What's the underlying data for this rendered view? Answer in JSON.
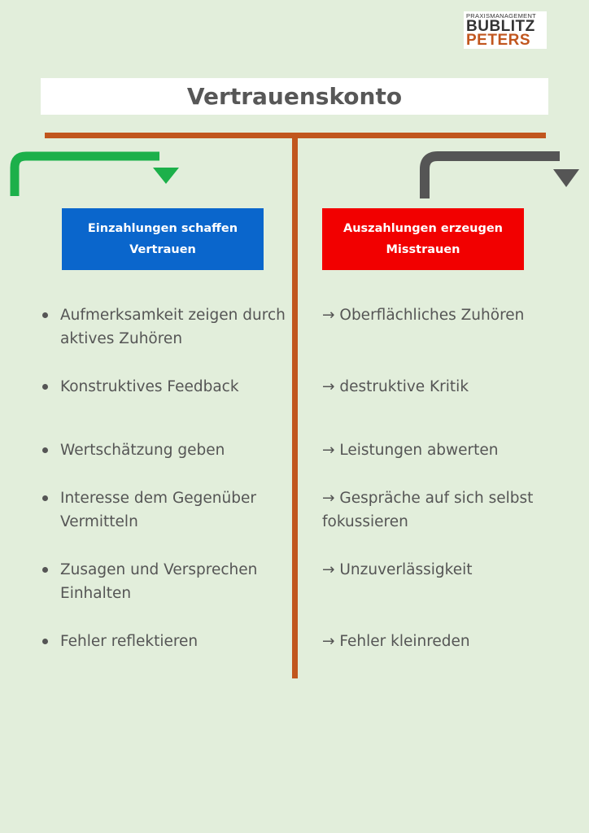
{
  "logo": {
    "subtitle": "PRAXISMANAGEMENT",
    "line1": "BUBLITZ",
    "line2": "PETERS"
  },
  "title": "Vertrauenskonto",
  "left": {
    "header": "Einzahlungen schaffen\nVertrauen",
    "items": [
      "Aufmerksamkeit zeigen durch aktives Zuhören",
      "Konstruktives Feedback",
      "Wertschätzung geben",
      "Interesse dem Gegenüber Vermitteln",
      "Zusagen und Versprechen Einhalten",
      "Fehler reflektieren"
    ]
  },
  "right": {
    "header": "Auszahlungen erzeugen\nMisstrauen",
    "items": [
      "→ Oberflächliches Zuhören",
      "→ destruktive Kritik",
      "→ Leistungen abwerten",
      "→ Gespräche auf sich selbst fokussieren",
      "→ Unzuverlässigkeit",
      "→ Fehler kleinreden"
    ]
  },
  "colors": {
    "background": "#e2eedb",
    "divider": "#c1561e",
    "left_header": "#0a66cc",
    "right_header": "#f20000",
    "left_arrow": "#1cb04a",
    "right_arrow": "#555555"
  },
  "icons": {
    "left_arrow": "curved-arrow-right-icon",
    "right_arrow": "curved-arrow-right-icon"
  }
}
